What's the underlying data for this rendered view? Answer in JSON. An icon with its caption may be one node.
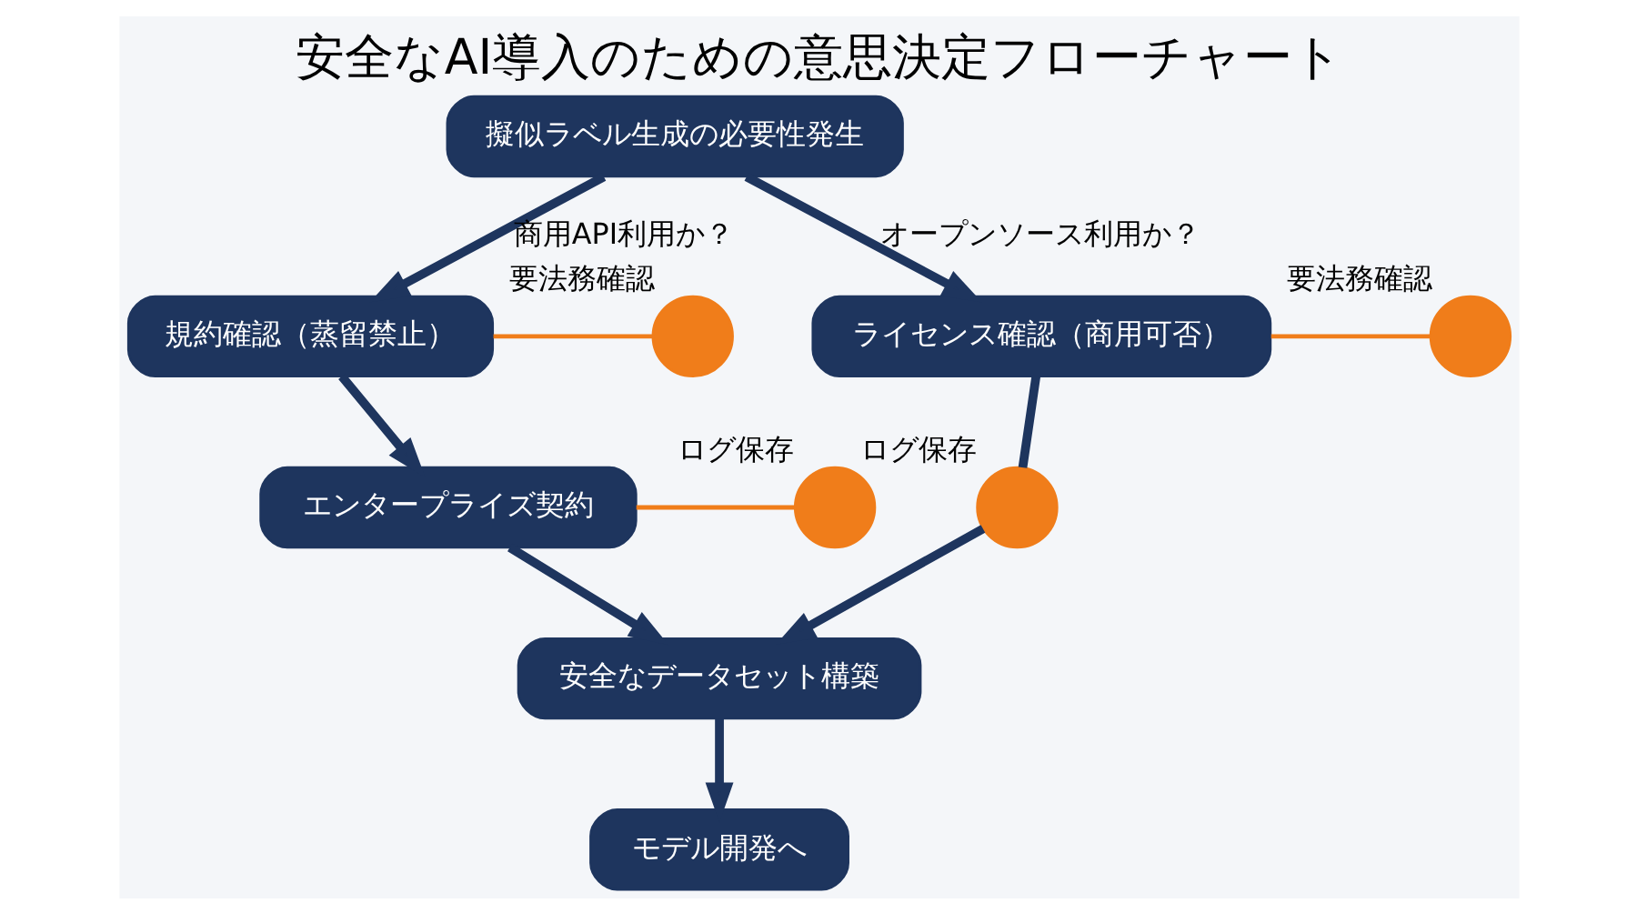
{
  "diagram": {
    "title": "安全なAI導入のための意思決定フローチャート",
    "nodes": [
      {
        "text": [
          "擬似ラベル生成の必要性発生"
        ]
      },
      {
        "text": [
          "規約確認（蒸留禁止）"
        ]
      },
      {
        "text": [],
        "shape": "circle",
        "beside": [
          "要法務確認"
        ]
      },
      {
        "text": [
          "ライセンス確認（商用可否）"
        ]
      },
      {
        "text": [],
        "shape": "circle",
        "beside": [
          "要法務確認"
        ]
      },
      {
        "text": [
          "エンタープライズ契約"
        ]
      },
      {
        "text": [],
        "shape": "circle",
        "beside": [
          "ログ保存"
        ]
      },
      {
        "text": [],
        "shape": "circle",
        "beside": [
          "ログ保存"
        ]
      },
      {
        "text": [
          "安全なデータセット構築"
        ]
      },
      {
        "text": [
          "モデル開発へ"
        ]
      }
    ],
    "edges": [
      {
        "from": 0,
        "to": 1,
        "arrow": "to",
        "label": "商用API利用か？"
      },
      {
        "from": 0,
        "to": 3,
        "arrow": "to",
        "label": "オープンソース利用か？"
      },
      {
        "from": 1,
        "to": 2,
        "arrow": "none",
        "color": "#f07d1a"
      },
      {
        "from": 3,
        "to": 4,
        "arrow": "none",
        "color": "#f07d1a"
      },
      {
        "from": 1,
        "to": 5,
        "arrow": "to"
      },
      {
        "from": 5,
        "to": 6,
        "arrow": "none",
        "color": "#f07d1a"
      },
      {
        "from": 3,
        "to": 7,
        "arrow": "none"
      },
      {
        "from": 5,
        "to": 8,
        "arrow": "to"
      },
      {
        "from": 7,
        "to": 8,
        "arrow": "to"
      },
      {
        "from": 8,
        "to": 9,
        "arrow": "to"
      }
    ]
  }
}
